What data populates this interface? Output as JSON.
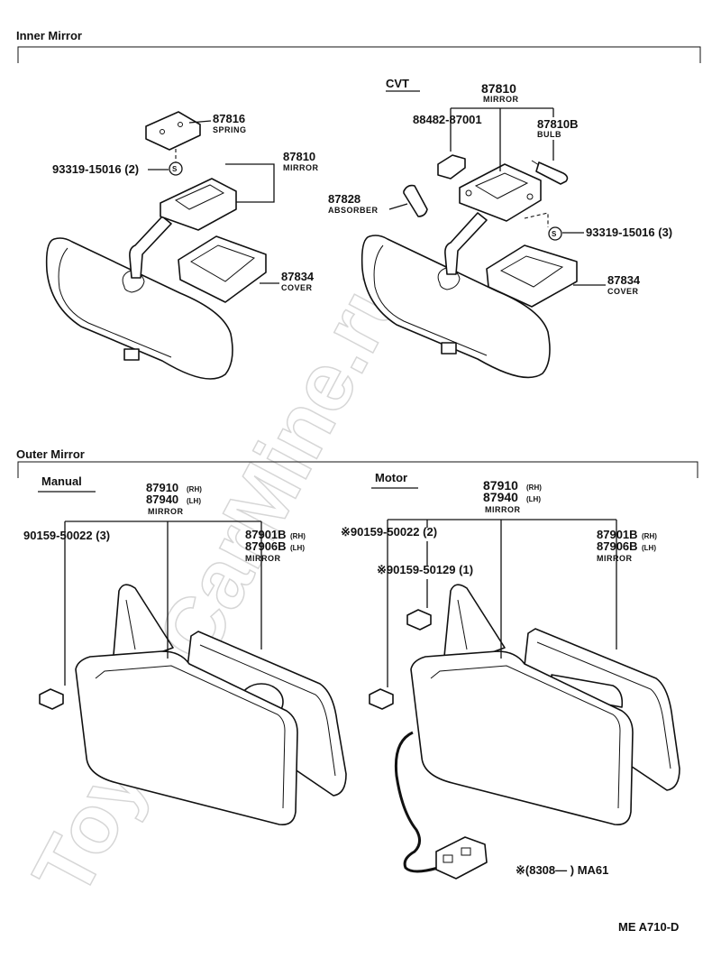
{
  "sections": {
    "inner": "Inner Mirror",
    "outer": "Outer Mirror"
  },
  "variants": {
    "cvt": "CVT",
    "manual": "Manual",
    "motor": "Motor"
  },
  "inner_standard": {
    "spring_pn": "87816",
    "spring_nm": "SPRING",
    "mirror_pn": "87810",
    "mirror_nm": "MIRROR",
    "screw_pn": "93319-15016 (2)",
    "cover_pn": "87834",
    "cover_nm": "COVER"
  },
  "inner_cvt": {
    "mirror_pn": "87810",
    "mirror_nm": "MIRROR",
    "lens_pn": "88482-87001",
    "bulb_pn": "87810B",
    "bulb_nm": "BULB",
    "absorber_pn": "87828",
    "absorber_nm": "ABSORBER",
    "screw_pn": "93319-15016 (3)",
    "cover_pn": "87834",
    "cover_nm": "COVER"
  },
  "outer_manual": {
    "assy_pn_rh": "87910",
    "assy_pn_lh": "87940",
    "rh": "(RH)",
    "lh": "(LH)",
    "assy_nm": "MIRROR",
    "screw_pn": "90159-50022 (3)",
    "glass_pn_rh": "87901B",
    "glass_pn_lh": "87906B",
    "glass_nm": "MIRROR"
  },
  "outer_motor": {
    "assy_pn_rh": "87910",
    "assy_pn_lh": "87940",
    "rh": "(RH)",
    "lh": "(LH)",
    "assy_nm": "MIRROR",
    "screw1_pn": "※90159-50022 (2)",
    "screw2_pn": "※90159-50129 (1)",
    "glass_pn_rh": "87901B",
    "glass_pn_lh": "87906B",
    "glass_nm": "MIRROR"
  },
  "footnote": "※(8308—       ) MA61",
  "figure_code": "ME  A710-D",
  "watermark": "ToyotaCarMine.ru",
  "screw_symbol": "S"
}
